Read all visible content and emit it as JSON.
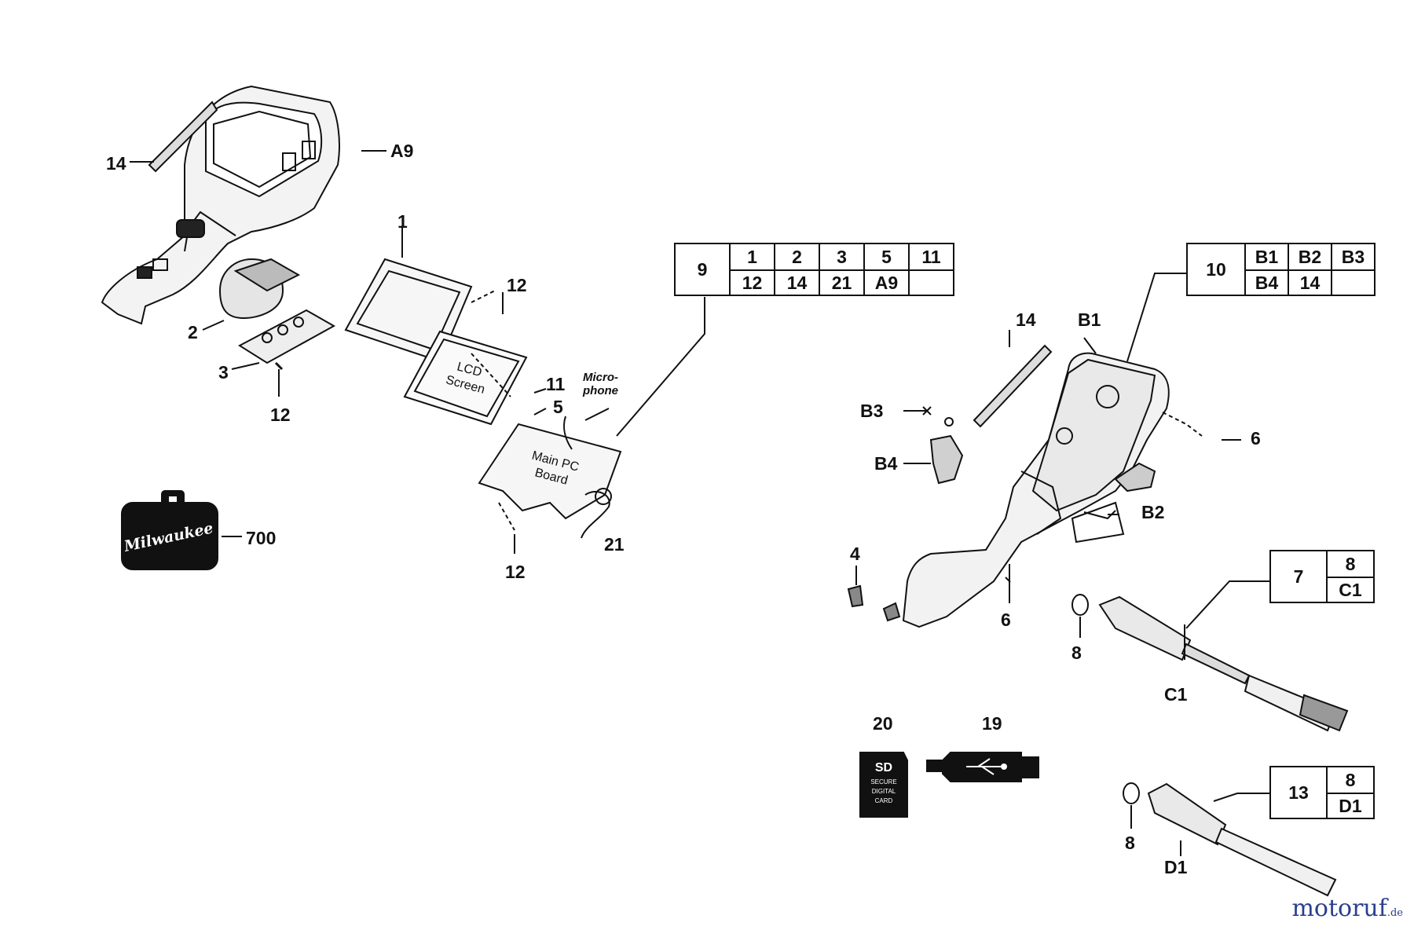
{
  "callouts": {
    "c14a": "14",
    "cA9": "A9",
    "c1": "1",
    "c12a": "12",
    "c2": "2",
    "c3": "3",
    "c12b": "12",
    "c11": "11",
    "c5": "5",
    "cMic": "Micro-\nphone",
    "c21": "21",
    "c12c": "12",
    "c700": "700",
    "c14b": "14",
    "cB1": "B1",
    "cB3": "B3",
    "cB4": "B4",
    "c6a": "6",
    "cB2": "B2",
    "c4": "4",
    "c6b": "6",
    "c8a": "8",
    "cC1": "C1",
    "c20": "20",
    "c19": "19",
    "c8b": "8",
    "cD1": "D1"
  },
  "part_text": {
    "lcd": "LCD\nScreen",
    "pcb": "Main PC\nBoard",
    "brand": "Milwaukee",
    "sd_title": "SD",
    "sd_sub": "SECURE\nDIGITAL\nCARD"
  },
  "kits": {
    "kit9": {
      "head": "9",
      "rows": [
        [
          "1",
          "2",
          "3",
          "5",
          "11"
        ],
        [
          "12",
          "14",
          "21",
          "A9",
          ""
        ]
      ]
    },
    "kit10": {
      "head": "10",
      "rows": [
        [
          "B1",
          "B2",
          "B3"
        ],
        [
          "B4",
          "14",
          ""
        ]
      ]
    },
    "kit7": {
      "head": "7",
      "rows": [
        [
          "8"
        ],
        [
          "C1"
        ]
      ]
    },
    "kit13": {
      "head": "13",
      "rows": [
        [
          "8"
        ],
        [
          "D1"
        ]
      ]
    }
  },
  "watermark": {
    "main": "motoruf",
    "suffix": ".de"
  }
}
